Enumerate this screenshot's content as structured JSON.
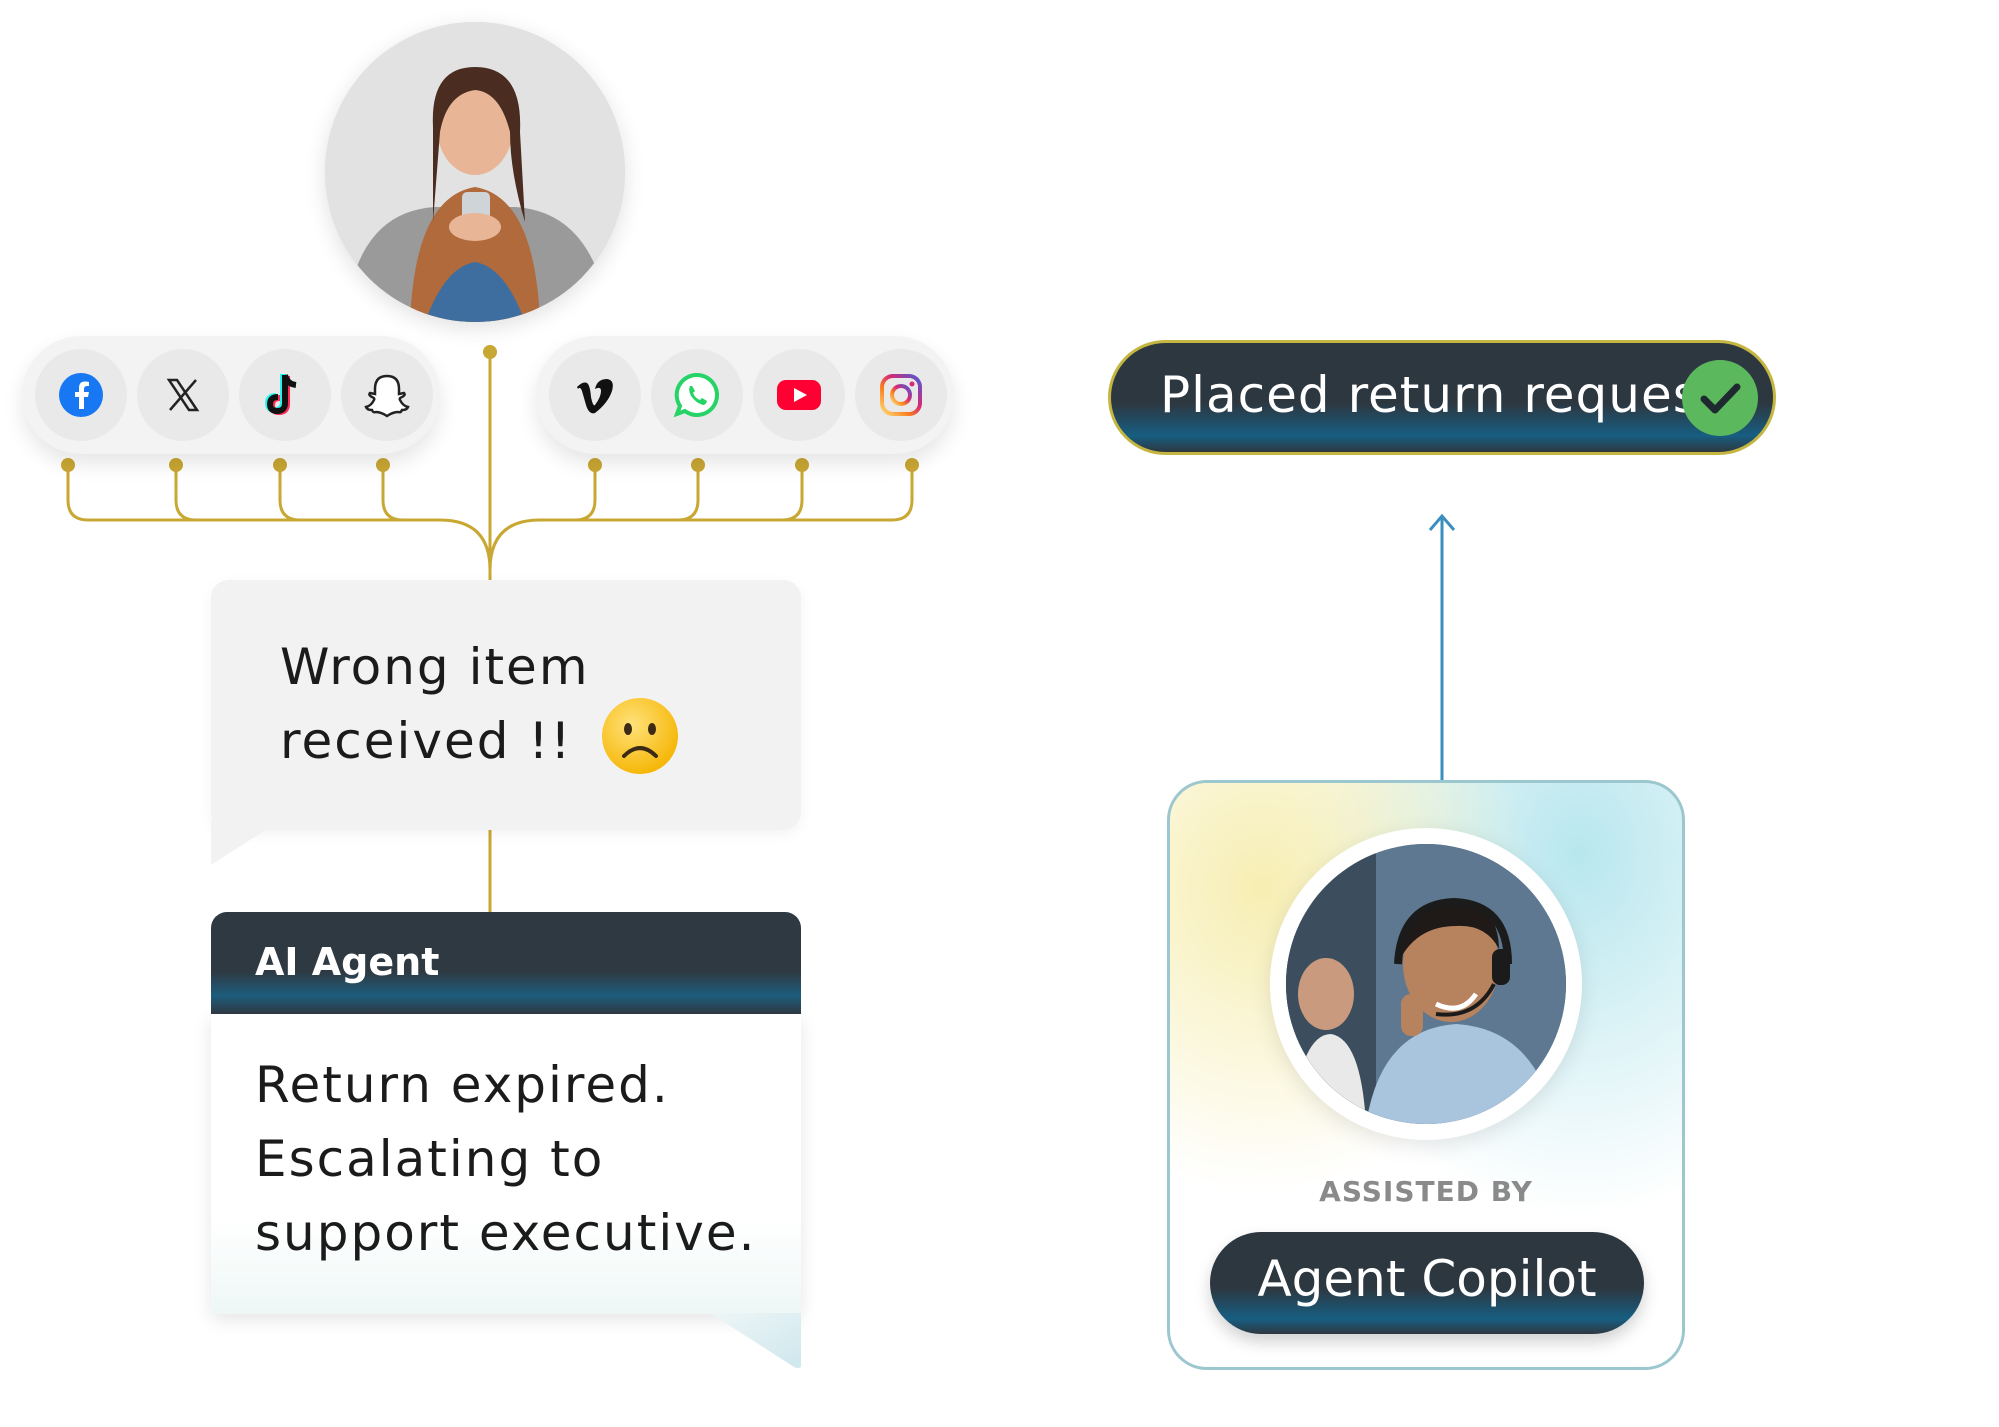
{
  "colors": {
    "connector_gold": "#c9a733",
    "connector_teal": "#3a9cb0",
    "dark_pill": "#2d3740",
    "check_green": "#5cb85c"
  },
  "customer": {
    "avatar": "woman-using-phone-photo"
  },
  "channels": {
    "left": [
      {
        "name": "facebook-icon"
      },
      {
        "name": "x-icon"
      },
      {
        "name": "tiktok-icon"
      },
      {
        "name": "snapchat-icon"
      }
    ],
    "right": [
      {
        "name": "vimeo-icon"
      },
      {
        "name": "whatsapp-icon"
      },
      {
        "name": "youtube-icon"
      },
      {
        "name": "instagram-icon"
      }
    ]
  },
  "message": {
    "line1": "Wrong item",
    "line2": "received !!",
    "emoji_icon": "sad-face-icon"
  },
  "ai_agent": {
    "title": "AI Agent",
    "line1": "Return expired.",
    "line2": "Escalating to",
    "line3": "support executive."
  },
  "result": {
    "label": "Placed return request",
    "icon": "check-icon"
  },
  "copilot": {
    "avatar": "support-agent-headset-photo",
    "assisted_label": "ASSISTED BY",
    "button_label": "Agent Copilot"
  }
}
